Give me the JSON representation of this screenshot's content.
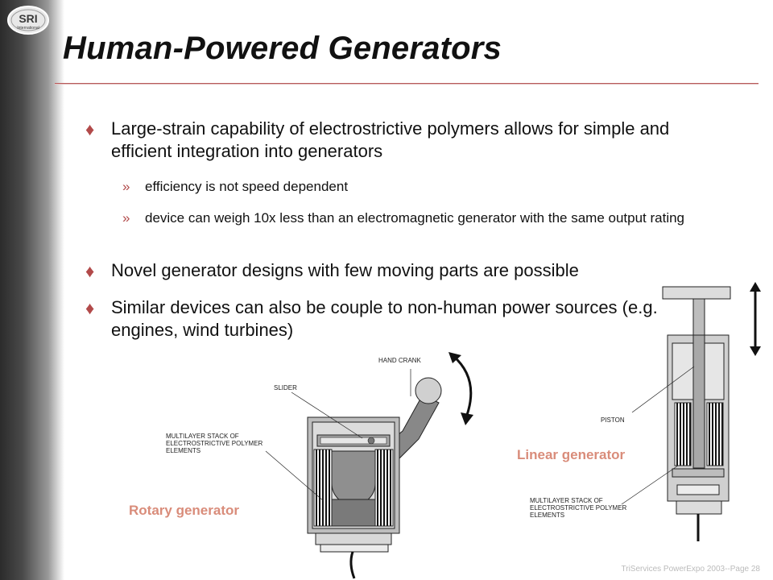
{
  "logo": {
    "text": "SRI",
    "subtext": "International"
  },
  "title": "Human-Powered Generators",
  "bullets": [
    {
      "text": "Large-strain capability of electrostrictive polymers allows for simple and efficient integration into generators"
    },
    {
      "text": "Novel generator designs with few moving parts are possible"
    },
    {
      "text": "Similar devices can also be couple to non-human power sources (e.g. engines, wind turbines)"
    }
  ],
  "sub_bullets": [
    {
      "text": "efficiency is not speed dependent"
    },
    {
      "text": "device can weigh 10x less than an electromagnetic generator with the same output rating"
    }
  ],
  "bullet_glyph": "♦",
  "sub_glyph": "»",
  "rotary": {
    "caption": "Rotary generator",
    "label_hand_crank": "HAND CRANK",
    "label_slider": "SLIDER",
    "label_stack": "MULTILAYER STACK OF ELECTROSTRICTIVE POLYMER ELEMENTS"
  },
  "linear": {
    "caption": "Linear generator",
    "label_piston": "PISTON",
    "label_stack": "MULTILAYER STACK OF ELECTROSTRICTIVE POLYMER ELEMENTS"
  },
  "footer": "TriServices PowerExpo 2003--Page 28",
  "colors": {
    "accent": "#b24a4a",
    "caption": "#d98c7a"
  }
}
